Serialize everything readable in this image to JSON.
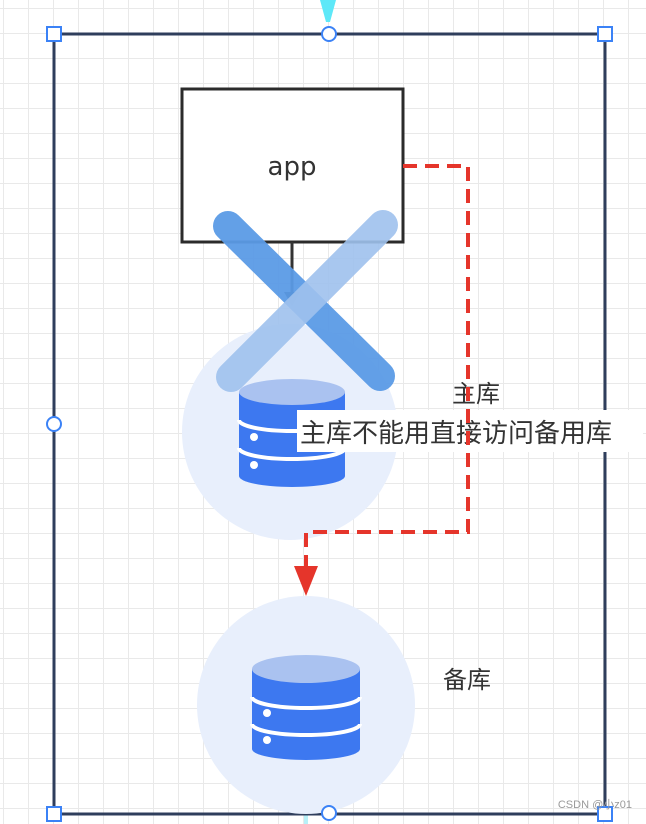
{
  "diagram": {
    "app_label": "app",
    "primary_label": "主库",
    "backup_label": "备库",
    "annotation": "主库不能用直接访问备用库"
  },
  "colors": {
    "selection_border": "#2f3e5c",
    "handle": "#3b82f6",
    "red_arrow": "#e5352b",
    "db_blue": "#3d78f0",
    "db_top": "#aac2f0",
    "circle_bg": "#e8effc",
    "cross_blue": "#5b9be6",
    "cross_blue_light": "#9fc2ee",
    "connector_top": "#5ee8f8"
  },
  "icons": [
    "database-icon",
    "cross-icon",
    "resize-handle-icon"
  ],
  "watermark": "CSDN @小z01"
}
